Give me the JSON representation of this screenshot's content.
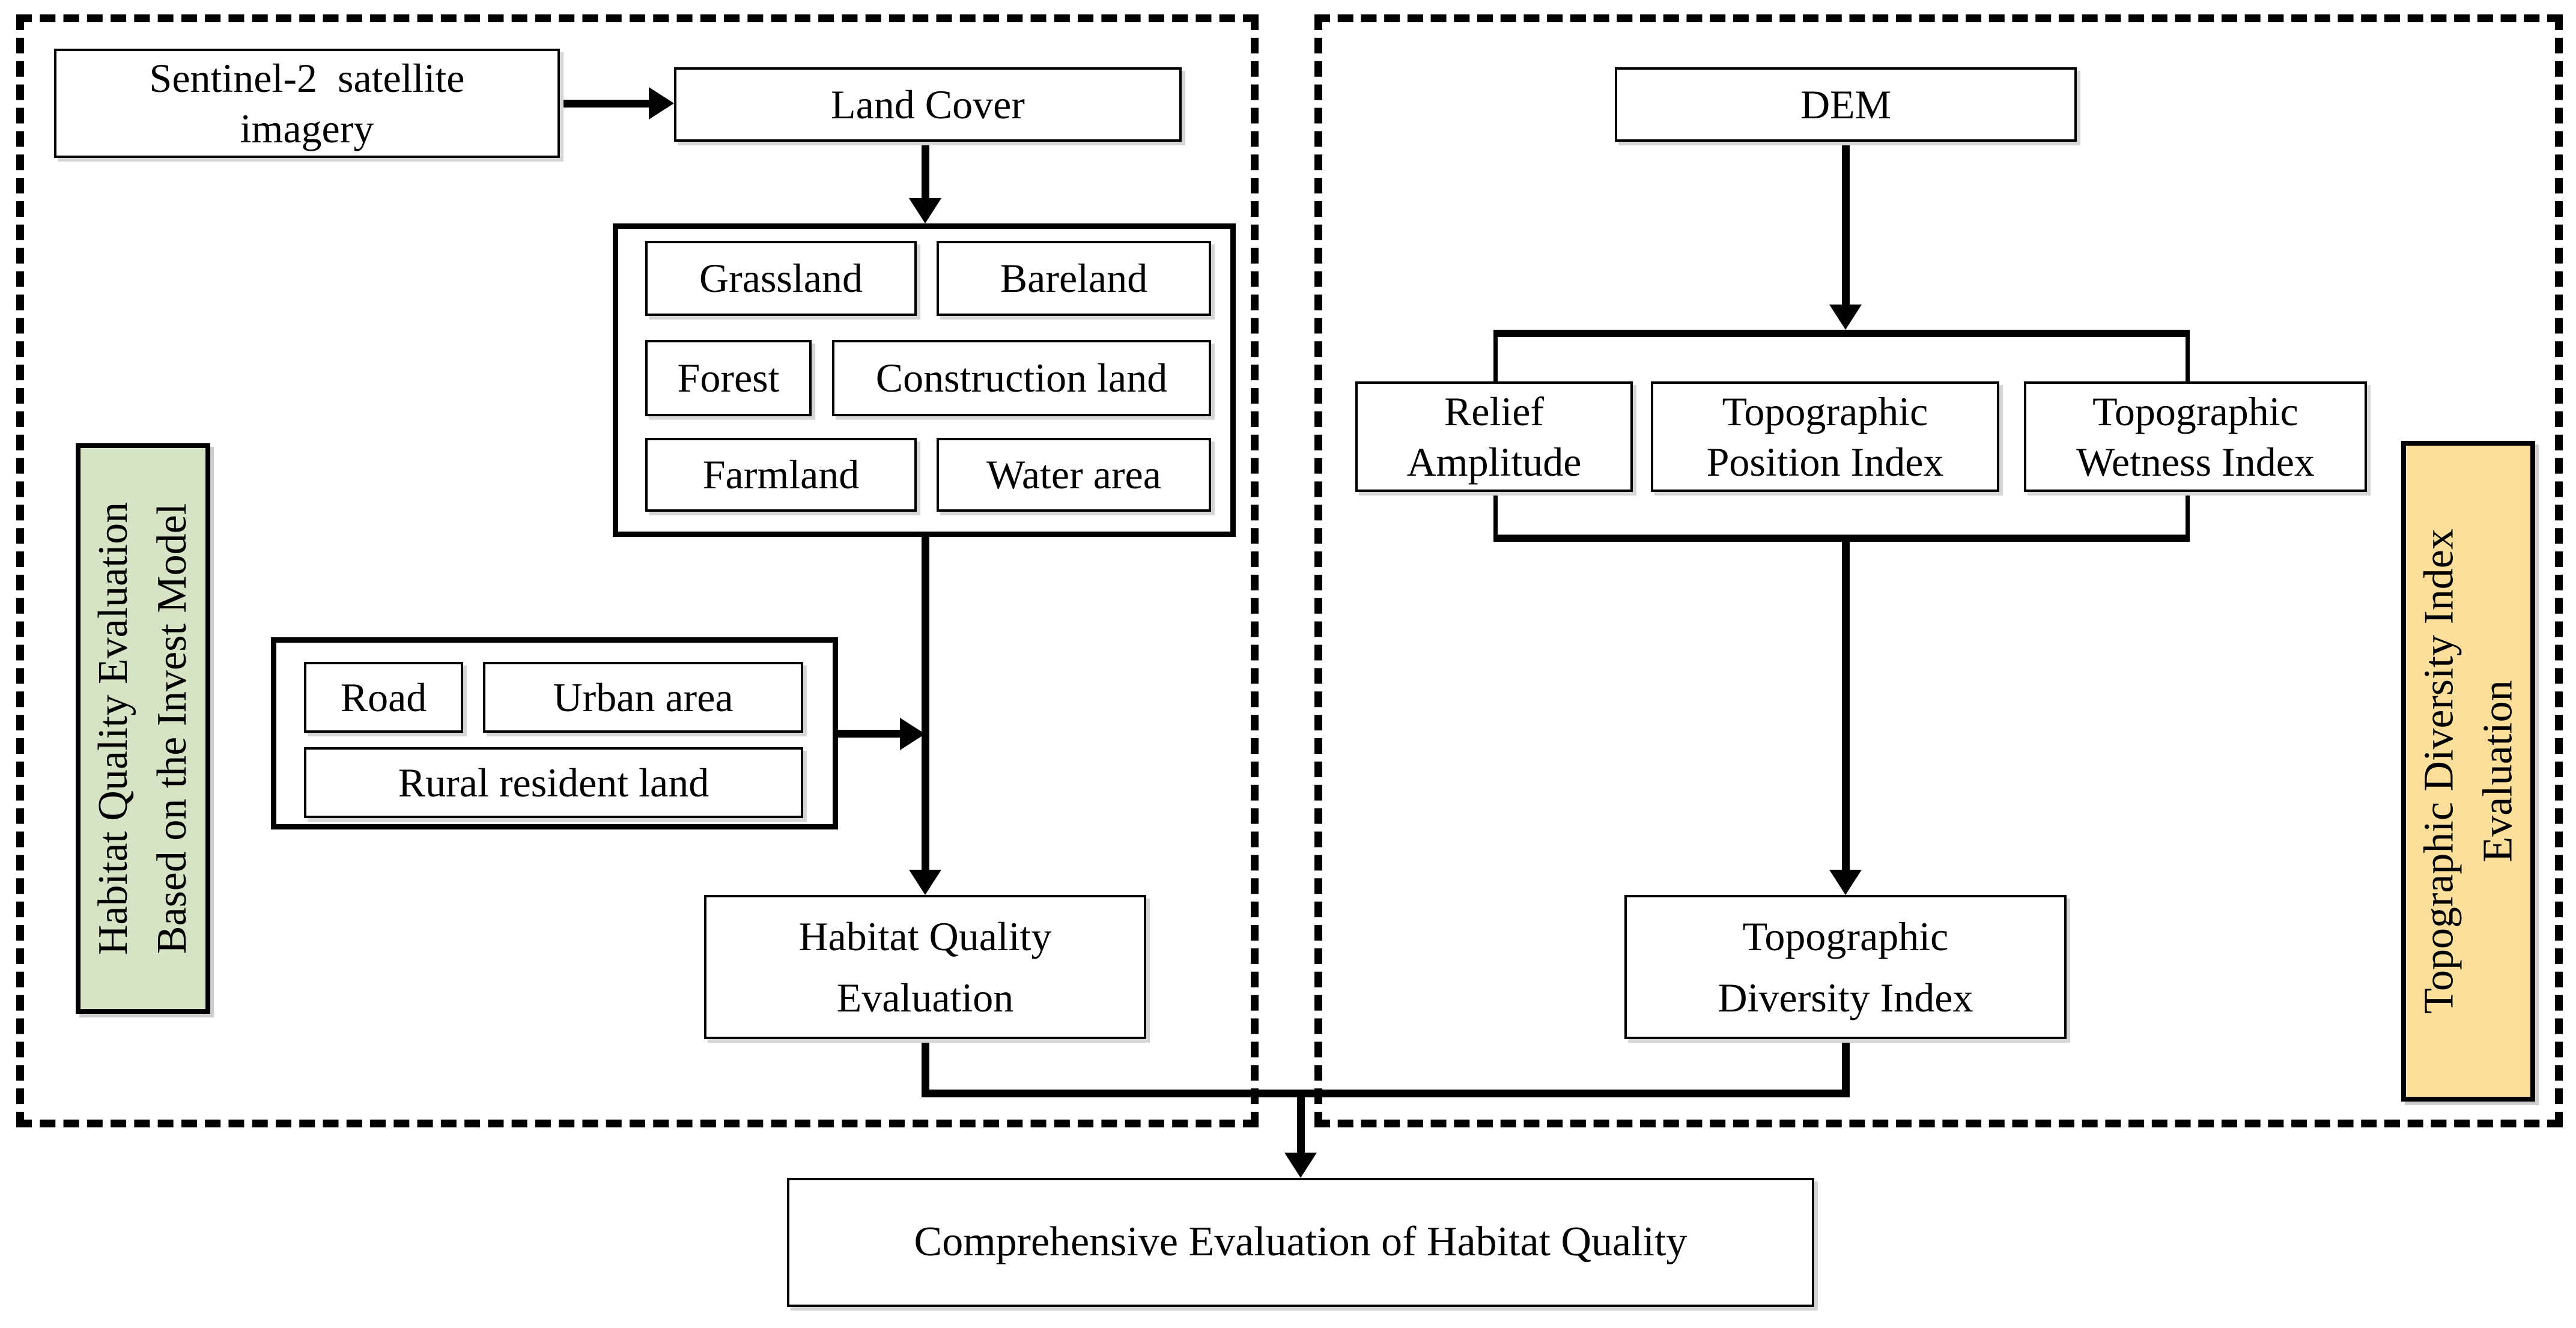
{
  "diagram": {
    "colors": {
      "left_label_bg": "#d6e3c4",
      "right_label_bg": "#fcdf9a",
      "stroke": "#000000"
    },
    "left_panel": {
      "side_label": {
        "line1": "Habitat Quality Evaluation",
        "line2": "Based on the Invest Model"
      },
      "sentinel": {
        "line1": "Sentinel-2  satellite",
        "line2": "imagery"
      },
      "land_cover": "Land Cover",
      "land_cover_types": {
        "grassland": "Grassland",
        "bareland": "Bareland",
        "forest": "Forest",
        "construction": "Construction land",
        "farmland": "Farmland",
        "water": "Water area"
      },
      "threats": {
        "road": "Road",
        "urban": "Urban area",
        "rural": "Rural resident land"
      },
      "habitat_quality": {
        "line1": "Habitat Quality",
        "line2": "Evaluation"
      }
    },
    "right_panel": {
      "side_label": {
        "line1": "Topographic Diversity Index",
        "line2": "Evaluation"
      },
      "dem": "DEM",
      "relief": {
        "line1": "Relief",
        "line2": "Amplitude"
      },
      "tpi": {
        "line1": "Topographic",
        "line2": "Position Index"
      },
      "twi": {
        "line1": "Topographic",
        "line2": "Wetness Index"
      },
      "tdi": {
        "line1": "Topographic",
        "line2": "Diversity Index"
      }
    },
    "output_box": "Comprehensive Evaluation of Habitat Quality"
  }
}
